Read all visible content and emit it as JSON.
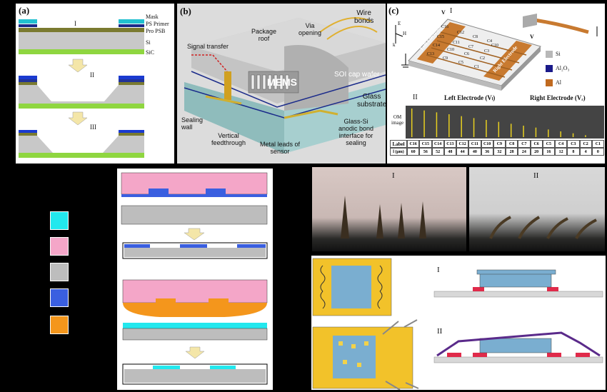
{
  "panel_a": {
    "label": "(a)",
    "layers": [
      "Mask",
      "PS Primer",
      "Pro PSB",
      "Si",
      "SiC"
    ],
    "steps": [
      "I",
      "II",
      "III"
    ]
  },
  "panel_b": {
    "label": "(b)",
    "callouts": {
      "signal_transfer": "Signal transfer",
      "package_roof": "Package\nroof",
      "via_opening": "Via\nopening",
      "wire_bonds": "Wire\nbonds",
      "mems": "MEMS",
      "soi_cap": "SOI cap wafer",
      "glass_substrate": "Glass\nsubstrate",
      "sealing_wall": "Sealing\nwall",
      "vertical_feedthrough": "Vertical\nfeedthrough",
      "metal_leads": "Metal leads of\nsensor",
      "glass_si": "Glass-Si\nanodic bond\ninterface for\nsealing"
    }
  },
  "panel_c": {
    "label": "(c)",
    "roman_top": "I",
    "roman_bottom": "II",
    "left_electrode": "Left Electrode",
    "right_electrode": "Right Electrode",
    "vl": "V",
    "vr": "V",
    "axes": [
      "E",
      "H",
      "k"
    ],
    "legend": [
      {
        "name": "Si",
        "color": "#b8b8b8"
      },
      {
        "name": "Al₂O₃",
        "color": "#1a1a8a"
      },
      {
        "name": "Al",
        "color": "#c06a20"
      }
    ],
    "beam_labels": [
      "C16",
      "C12",
      "C8",
      "C4",
      "C15",
      "C11",
      "C7",
      "C3",
      "C14",
      "C10",
      "C6",
      "C2",
      "C13",
      "C9",
      "C5",
      "C1",
      "C10"
    ],
    "table_header_left": "Left Electrode (Vₗ)",
    "table_header_right": "Right Electrode (Vᵣ)",
    "row_om": "OM\nimage",
    "row_label": "Label",
    "row_lc": "l (μm)",
    "labels": [
      "C16",
      "C15",
      "C14",
      "C13",
      "C12",
      "C11",
      "C10",
      "C9",
      "C8",
      "C7",
      "C6",
      "C5",
      "C4",
      "C3",
      "C2",
      "C1"
    ],
    "lengths": [
      "60",
      "56",
      "52",
      "48",
      "44",
      "40",
      "36",
      "32",
      "28",
      "24",
      "20",
      "16",
      "12",
      "8",
      "4",
      "0"
    ]
  },
  "panel_d": {
    "legend_colors": [
      "#22e8ee",
      "#f4a6c8",
      "#bdbdbd",
      "#3a5fe0",
      "#f4961c"
    ]
  },
  "panel_e": {
    "roman_left": "I",
    "roman_right": "II"
  },
  "panel_f": {
    "roman_top": "I",
    "roman_bottom": "II"
  }
}
